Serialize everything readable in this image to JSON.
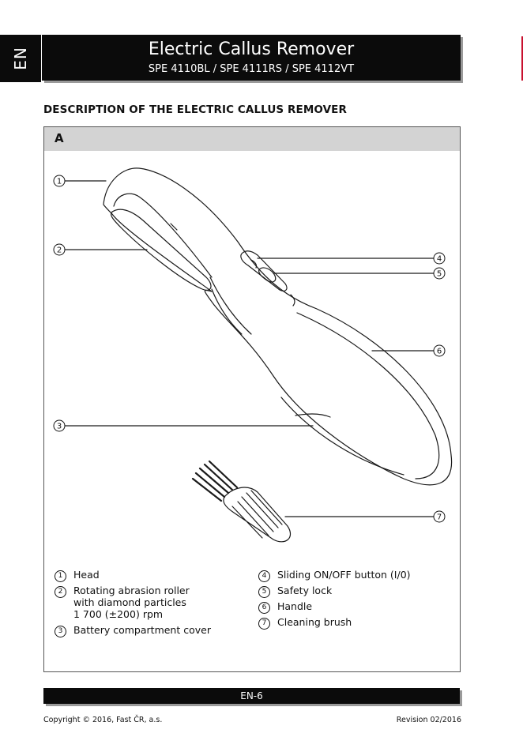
{
  "header": {
    "language_tab": "EN",
    "title": "Electric Callus Remover",
    "models": "SPE 4110BL / SPE 4111RS / SPE 4112VT"
  },
  "section": {
    "heading": "DESCRIPTION OF THE ELECTRIC CALLUS REMOVER"
  },
  "figure": {
    "label": "A",
    "callouts": [
      "1",
      "2",
      "3",
      "4",
      "5",
      "6",
      "7"
    ]
  },
  "legend": {
    "left": [
      {
        "num": "1",
        "lines": [
          "Head"
        ]
      },
      {
        "num": "2",
        "lines": [
          "Rotating abrasion roller",
          "with diamond particles",
          "1 700 (±200) rpm"
        ]
      },
      {
        "num": "3",
        "lines": [
          "Battery compartment cover"
        ]
      }
    ],
    "right": [
      {
        "num": "4",
        "lines": [
          "Sliding ON/OFF button (I/0)"
        ]
      },
      {
        "num": "5",
        "lines": [
          "Safety lock"
        ]
      },
      {
        "num": "6",
        "lines": [
          "Handle"
        ]
      },
      {
        "num": "7",
        "lines": [
          "Cleaning brush"
        ]
      }
    ]
  },
  "footer": {
    "page": "EN-6",
    "copyright": "Copyright © 2016, Fast ČR, a.s.",
    "revision": "Revision 02/2016"
  }
}
